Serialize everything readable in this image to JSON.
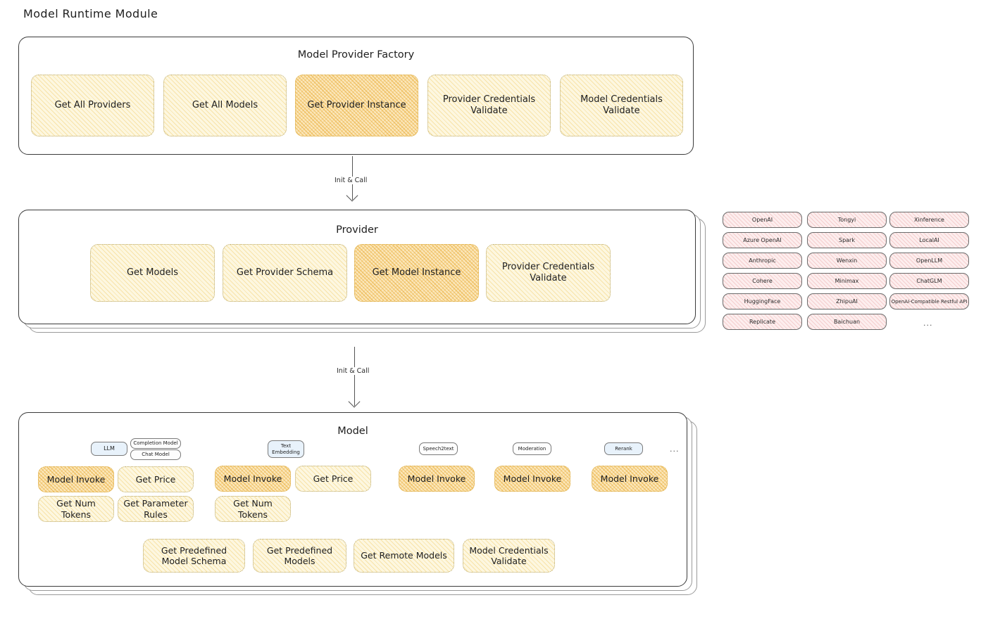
{
  "page": {
    "title": "Model Runtime Module"
  },
  "factory": {
    "title": "Model Provider Factory",
    "nodes": [
      {
        "label": "Get All Providers",
        "highlight": false
      },
      {
        "label": "Get All Models",
        "highlight": false
      },
      {
        "label": "Get Provider Instance",
        "highlight": true
      },
      {
        "label": "Provider Credentials Validate",
        "highlight": false
      },
      {
        "label": "Model Credentials Validate",
        "highlight": false
      }
    ]
  },
  "arrow1": {
    "label": "Init & Call"
  },
  "provider": {
    "title": "Provider",
    "nodes": [
      {
        "label": "Get Models",
        "highlight": false
      },
      {
        "label": "Get Provider Schema",
        "highlight": false
      },
      {
        "label": "Get Model Instance",
        "highlight": true
      },
      {
        "label": "Provider Credentials Validate",
        "highlight": false
      }
    ]
  },
  "arrow2": {
    "label": "Init & Call"
  },
  "provider_list": {
    "ellipsis": "...",
    "columns": [
      [
        "OpenAI",
        "Azure OpenAI",
        "Anthropic",
        "Cohere",
        "HuggingFace",
        "Replicate"
      ],
      [
        "Tongyi",
        "Spark",
        "Wenxin",
        "Minimax",
        "ZhipuAI",
        "Baichuan"
      ],
      [
        "Xinference",
        "LocalAI",
        "OpenLLM",
        "ChatGLM",
        "OpenAI-Compatible Restful API"
      ]
    ]
  },
  "model": {
    "title": "Model",
    "ellipsis": "...",
    "types": [
      {
        "name": "LLM",
        "style": "blue",
        "sub": [
          "Completion Model",
          "Chat Model"
        ]
      },
      {
        "name": "Text Embedding",
        "style": "blue",
        "sub": []
      },
      {
        "name": "Speech2text",
        "style": "plain",
        "sub": []
      },
      {
        "name": "Moderation",
        "style": "plain",
        "sub": []
      },
      {
        "name": "Rerank",
        "style": "blue",
        "sub": []
      }
    ],
    "columns": [
      {
        "nodes": [
          {
            "label": "Model Invoke",
            "highlight": true
          },
          {
            "label": "Get Price",
            "highlight": false
          },
          {
            "label": "Get Num Tokens",
            "highlight": false
          },
          {
            "label": "Get Parameter Rules",
            "highlight": false
          }
        ]
      },
      {
        "nodes": [
          {
            "label": "Model Invoke",
            "highlight": true
          },
          {
            "label": "Get Price",
            "highlight": false
          },
          {
            "label": "Get Num Tokens",
            "highlight": false
          }
        ]
      },
      {
        "nodes": [
          {
            "label": "Model Invoke",
            "highlight": true
          }
        ]
      },
      {
        "nodes": [
          {
            "label": "Model Invoke",
            "highlight": true
          }
        ]
      },
      {
        "nodes": [
          {
            "label": "Model Invoke",
            "highlight": true
          }
        ]
      }
    ],
    "bottom_nodes": [
      {
        "label": "Get Predefined Model Schema",
        "highlight": false
      },
      {
        "label": "Get Predefined Models",
        "highlight": false
      },
      {
        "label": "Get Remote Models",
        "highlight": false
      },
      {
        "label": "Model Credentials Validate",
        "highlight": false
      }
    ]
  }
}
